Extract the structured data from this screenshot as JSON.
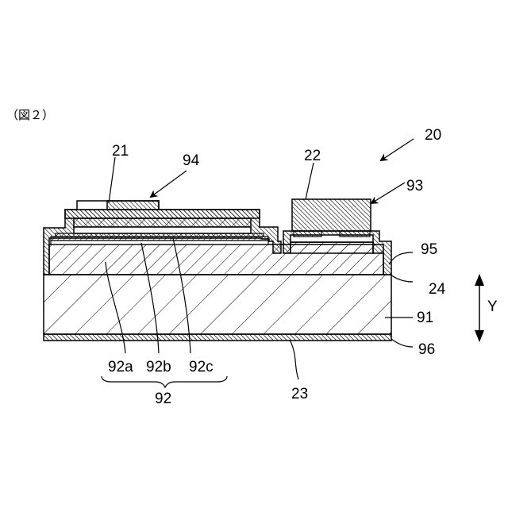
{
  "figure": {
    "caption": "（図２）",
    "labels": {
      "device": "20",
      "electrode_21": "21",
      "electrode_22": "22",
      "bottom_electrode": "23",
      "substrate_surface": "24",
      "substrate": "91",
      "layer_92": "92",
      "layer_92a": "92a",
      "layer_92b": "92b",
      "layer_92c": "92c",
      "pad_93": "93",
      "pad_94": "94",
      "insulator_95": "95",
      "back_metal_96": "96",
      "direction_axis": "Y"
    }
  }
}
